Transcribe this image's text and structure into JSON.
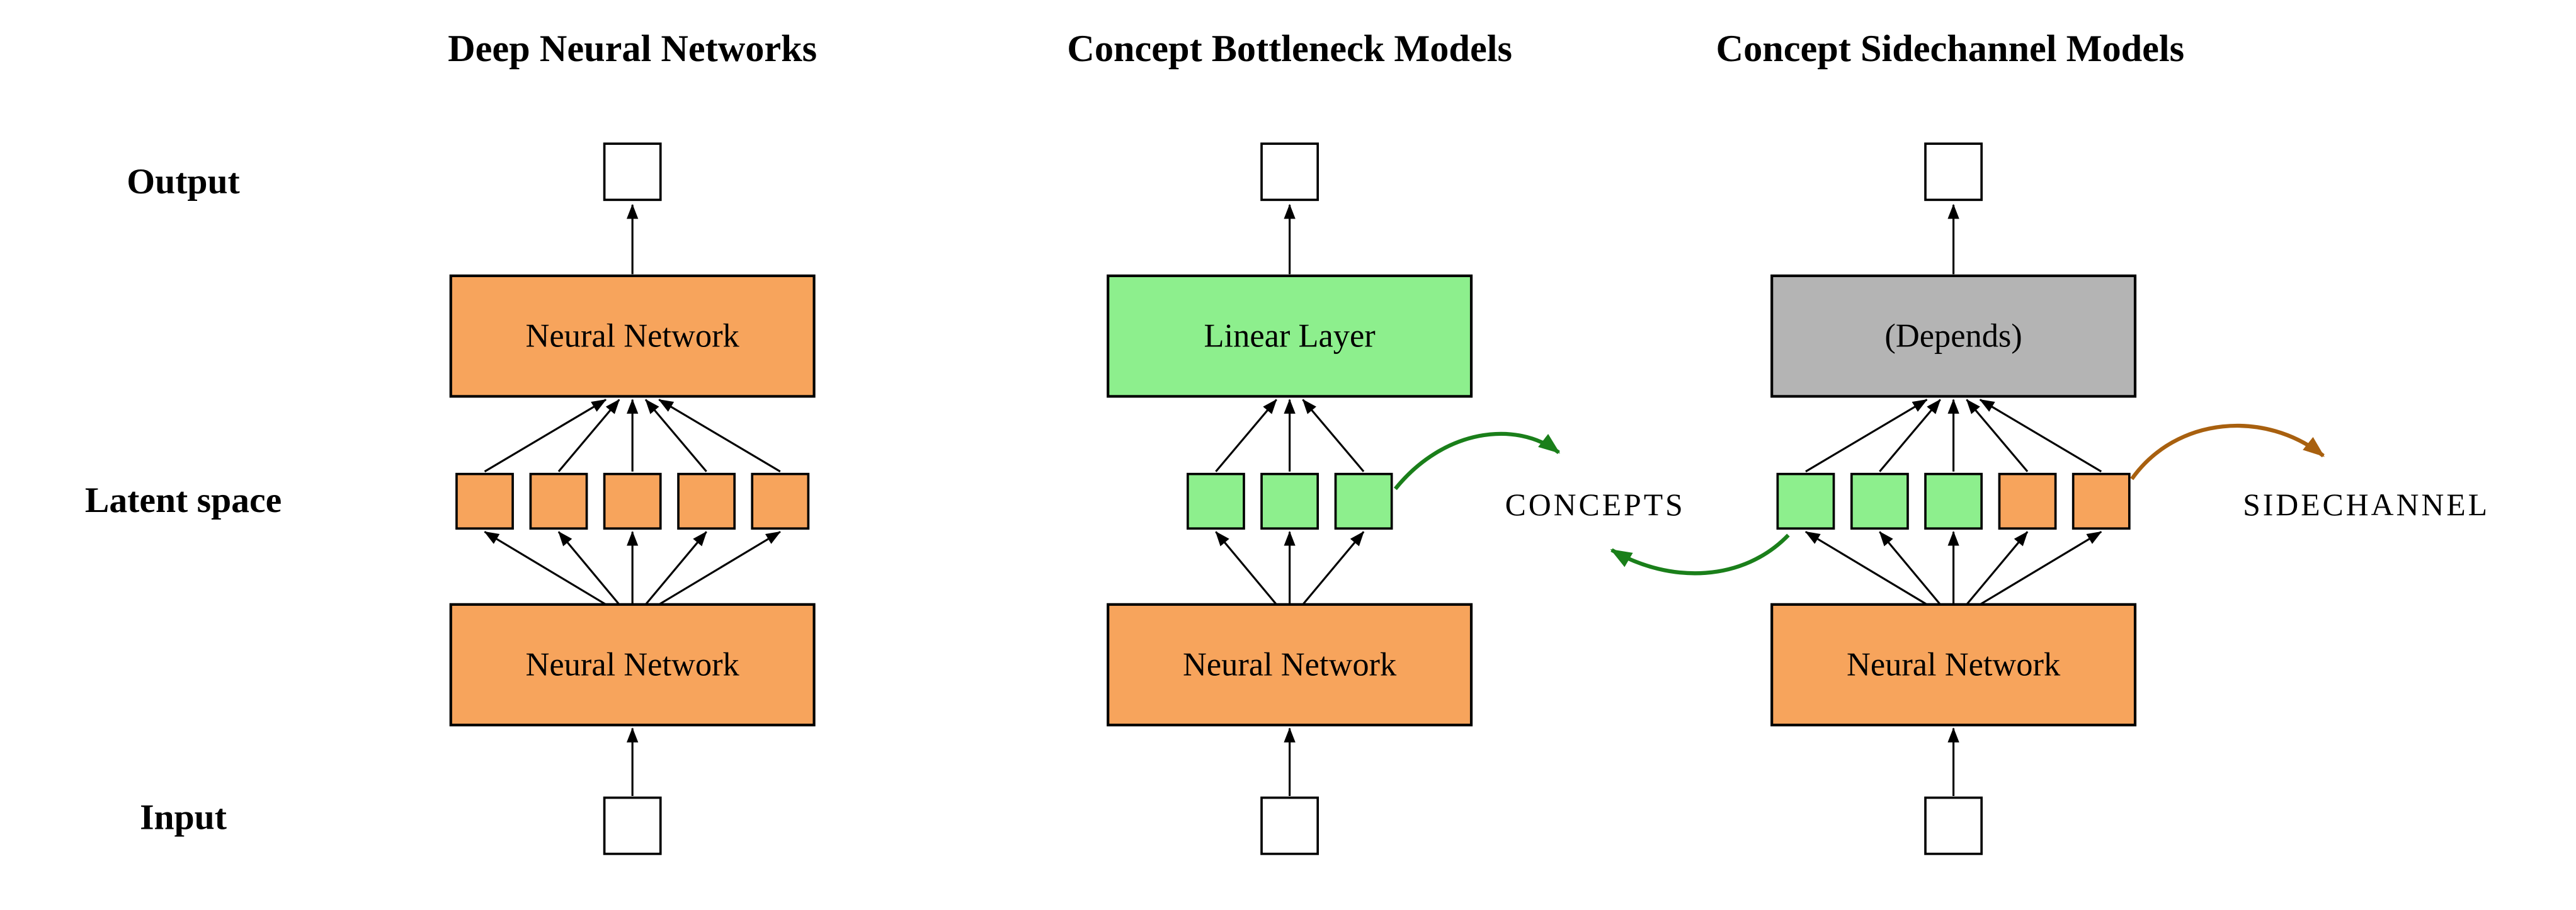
{
  "row_labels": {
    "output": "Output",
    "latent": "Latent space",
    "input": "Input"
  },
  "columns": [
    {
      "title": "Deep Neural Networks",
      "top_box_label": "Neural Network",
      "bottom_box_label": "Neural Network",
      "latent_squares": [
        "orange",
        "orange",
        "orange",
        "orange",
        "orange"
      ]
    },
    {
      "title": "Concept Bottleneck Models",
      "top_box_label": "Linear Layer",
      "bottom_box_label": "Neural Network",
      "latent_squares": [
        "green",
        "green",
        "green"
      ]
    },
    {
      "title": "Concept Sidechannel Models",
      "top_box_label": "(Depends)",
      "bottom_box_label": "Neural Network",
      "latent_squares": [
        "green",
        "green",
        "green",
        "orange",
        "orange"
      ]
    }
  ],
  "annotations": {
    "concepts_label": "CONCEPTS",
    "sidechannel_label": "SIDECHANNEL"
  },
  "colors": {
    "orange": "#F7A45C",
    "green": "#8DEF8D",
    "gray": "#B4B4B4",
    "black": "#000000",
    "concepts_green": "#1A7F1A",
    "sidechannel_brown": "#A8600F",
    "depends_text": "#333333"
  }
}
